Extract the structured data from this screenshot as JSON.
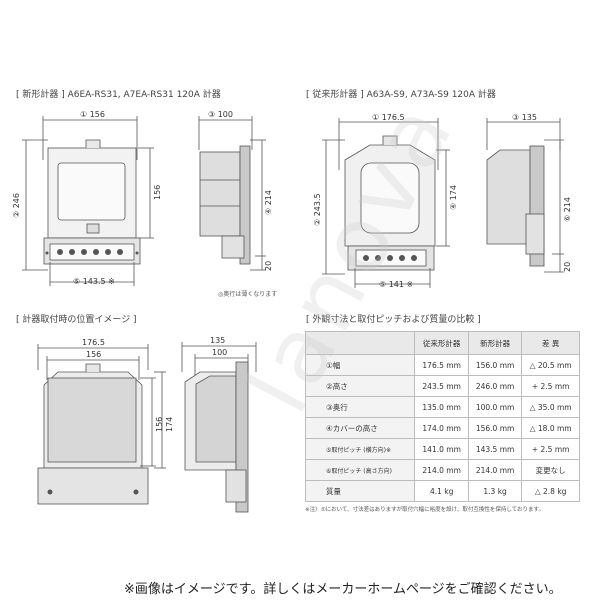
{
  "sections": {
    "new_meter": "[ 新形計器 ]  A6EA-RS31, A7EA-RS31 120A 計器",
    "old_meter": "[ 従来形計器 ]  A63A-S9, A73A-S9 120A 計器",
    "mount_image": "[ 計器取付時の位置イメージ ]",
    "comparison": "[ 外観寸法と取付ピッチおよび質量の比較 ]"
  },
  "new_dims": {
    "width": "① 156",
    "height": "② 246",
    "inner_height": "156",
    "depth": "③ 100",
    "cover_height": "④ 214",
    "bottom": "20",
    "pitch": "⑤ 143.5 ※",
    "note": "◎奥行は薄くなります"
  },
  "old_dims": {
    "width": "① 176.5",
    "height": "② 243.5",
    "cover": "④ 174",
    "depth": "③ 135",
    "cover_height": "⑥ 214",
    "bottom": "20",
    "pitch": "⑤ 141 ※"
  },
  "mount_dims": {
    "outer_width": "176.5",
    "inner_width": "156",
    "depth_outer": "135",
    "depth_inner": "100",
    "h156": "156",
    "h174": "174"
  },
  "table": {
    "headers": [
      "",
      "従来形計器",
      "新形計器",
      "差 異"
    ],
    "rows": [
      [
        "①幅",
        "176.5 mm",
        "156.0 mm",
        "△ 20.5 mm"
      ],
      [
        "②高さ",
        "243.5 mm",
        "246.0 mm",
        "+ 2.5 mm"
      ],
      [
        "③奥行",
        "135.0 mm",
        "100.0 mm",
        "△ 35.0 mm"
      ],
      [
        "④カバーの高さ",
        "174.0 mm",
        "156.0 mm",
        "△ 18.0 mm"
      ],
      [
        "⑤取付ピッチ (横方向)※",
        "141.0 mm",
        "143.5 mm",
        "+ 2.5 mm"
      ],
      [
        "⑥取付ピッチ (高さ方向)",
        "214.0 mm",
        "214.0 mm",
        "変更なし"
      ],
      [
        "質量",
        "4.1 kg",
        "1.3 kg",
        "△ 2.8 kg"
      ]
    ],
    "footnote": "※注）⑤において、寸法差はありますが取付穴幅に裕度を設け、取付互換性を保持しております。"
  },
  "footer": "※画像はイメージです。詳しくはメーカーホームページをご確認ください。",
  "watermark": "lanova"
}
